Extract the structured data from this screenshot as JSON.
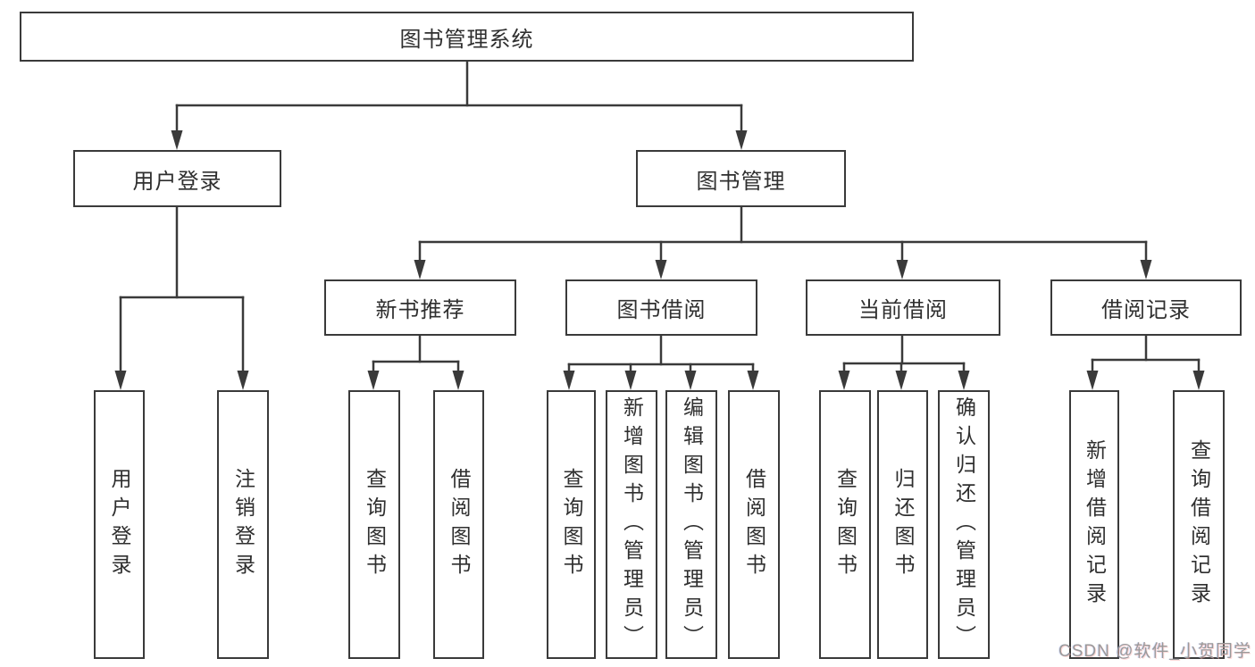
{
  "diagram_title": "图书管理系统",
  "nodes": {
    "root": {
      "label": "图书管理系统"
    },
    "level2": {
      "user_login": {
        "label": "用户登录"
      },
      "book_management": {
        "label": "图书管理"
      }
    },
    "level3": {
      "new_book_recommend": {
        "label": "新书推荐"
      },
      "book_borrowing": {
        "label": "图书借阅"
      },
      "current_borrowing": {
        "label": "当前借阅"
      },
      "borrowing_records": {
        "label": "借阅记录"
      }
    },
    "leaves": {
      "user_login_leaf": {
        "label": "用户登录"
      },
      "logout": {
        "label": "注销登录"
      },
      "nb_query_books": {
        "label": "查询图书"
      },
      "nb_borrow_books": {
        "label": "借阅图书"
      },
      "bb_query_books": {
        "label": "查询图书"
      },
      "bb_add_books_admin": {
        "label": "新增图书（管理员）"
      },
      "bb_edit_books_admin": {
        "label": "编辑图书（管理员）"
      },
      "bb_borrow_books": {
        "label": "借阅图书"
      },
      "cb_query_books": {
        "label": "查询图书"
      },
      "cb_return_books": {
        "label": "归还图书"
      },
      "cb_confirm_return_admin": {
        "label": "确认归还（管理员）"
      },
      "br_add_record": {
        "label": "新增借阅记录"
      },
      "br_query_record": {
        "label": "查询借阅记录"
      }
    }
  },
  "watermark": "CSDN @软件_小贺同学",
  "colors": {
    "line": "#3a3a3a",
    "text": "#2f2f2f",
    "watermark": "#9a9a9a",
    "background": "#ffffff"
  }
}
